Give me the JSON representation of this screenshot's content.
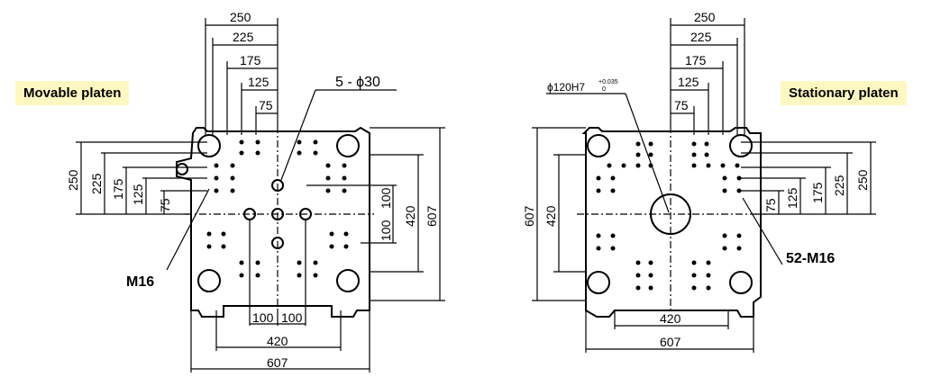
{
  "colors": {
    "label_bg": "#fff7c2",
    "ink": "#000000",
    "background": "#ffffff"
  },
  "left": {
    "label": "Movable platen",
    "top_dims": [
      "250",
      "225",
      "175",
      "125",
      "75"
    ],
    "side_dims": [
      "250",
      "225",
      "175",
      "125",
      "75"
    ],
    "right_dims": [
      "100",
      "100",
      "420",
      "607"
    ],
    "bottom_dims": [
      "100",
      "100",
      "420",
      "607"
    ],
    "callout_holes": "5 - ϕ30",
    "callout_thread": "M16"
  },
  "right": {
    "label": "Stationary platen",
    "top_dims": [
      "250",
      "225",
      "175",
      "125",
      "75"
    ],
    "side_dims": [
      "75",
      "125",
      "175",
      "225",
      "250"
    ],
    "left_dims": [
      "607",
      "420"
    ],
    "bottom_dims": [
      "420",
      "607"
    ],
    "callout_bore": "ϕ120H7",
    "tol_upper": "+0.035",
    "tol_lower": "0",
    "callout_thread": "52-M16"
  }
}
